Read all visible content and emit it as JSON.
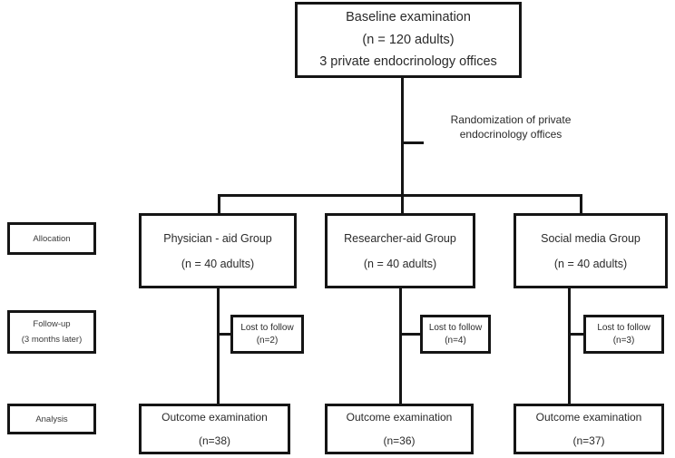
{
  "diagram": {
    "title": "CONSORT-style study flow diagram",
    "colors": {
      "box_border": "#151515",
      "connector": "#151515",
      "text": "#2a2a2a",
      "background": "#ffffff"
    },
    "baseline": {
      "lines": [
        "Baseline examination",
        "(n = 120 adults)",
        "3 private endocrinology offices"
      ]
    },
    "randomization_note": {
      "lines": [
        "Randomization of private",
        "endocrinology offices"
      ]
    },
    "stages": [
      {
        "lines": [
          "Allocation"
        ]
      },
      {
        "lines": [
          "Follow-up",
          "(3 months later)"
        ]
      },
      {
        "lines": [
          "Analysis"
        ]
      }
    ],
    "groups": [
      {
        "allocation": {
          "lines": [
            "Physician - aid Group",
            "(n = 40 adults)"
          ]
        },
        "lost": {
          "lines": [
            "Lost to follow",
            "(n=2)"
          ]
        },
        "outcome": {
          "lines": [
            "Outcome examination",
            "(n=38)"
          ]
        }
      },
      {
        "allocation": {
          "lines": [
            "Researcher-aid Group",
            "(n = 40 adults)"
          ]
        },
        "lost": {
          "lines": [
            "Lost to follow",
            "(n=4)"
          ]
        },
        "outcome": {
          "lines": [
            "Outcome examination",
            "(n=36)"
          ]
        }
      },
      {
        "allocation": {
          "lines": [
            "Social media Group",
            "(n = 40 adults)"
          ]
        },
        "lost": {
          "lines": [
            "Lost to follow",
            "(n=3)"
          ]
        },
        "outcome": {
          "lines": [
            "Outcome examination",
            "(n=37)"
          ]
        }
      }
    ]
  }
}
